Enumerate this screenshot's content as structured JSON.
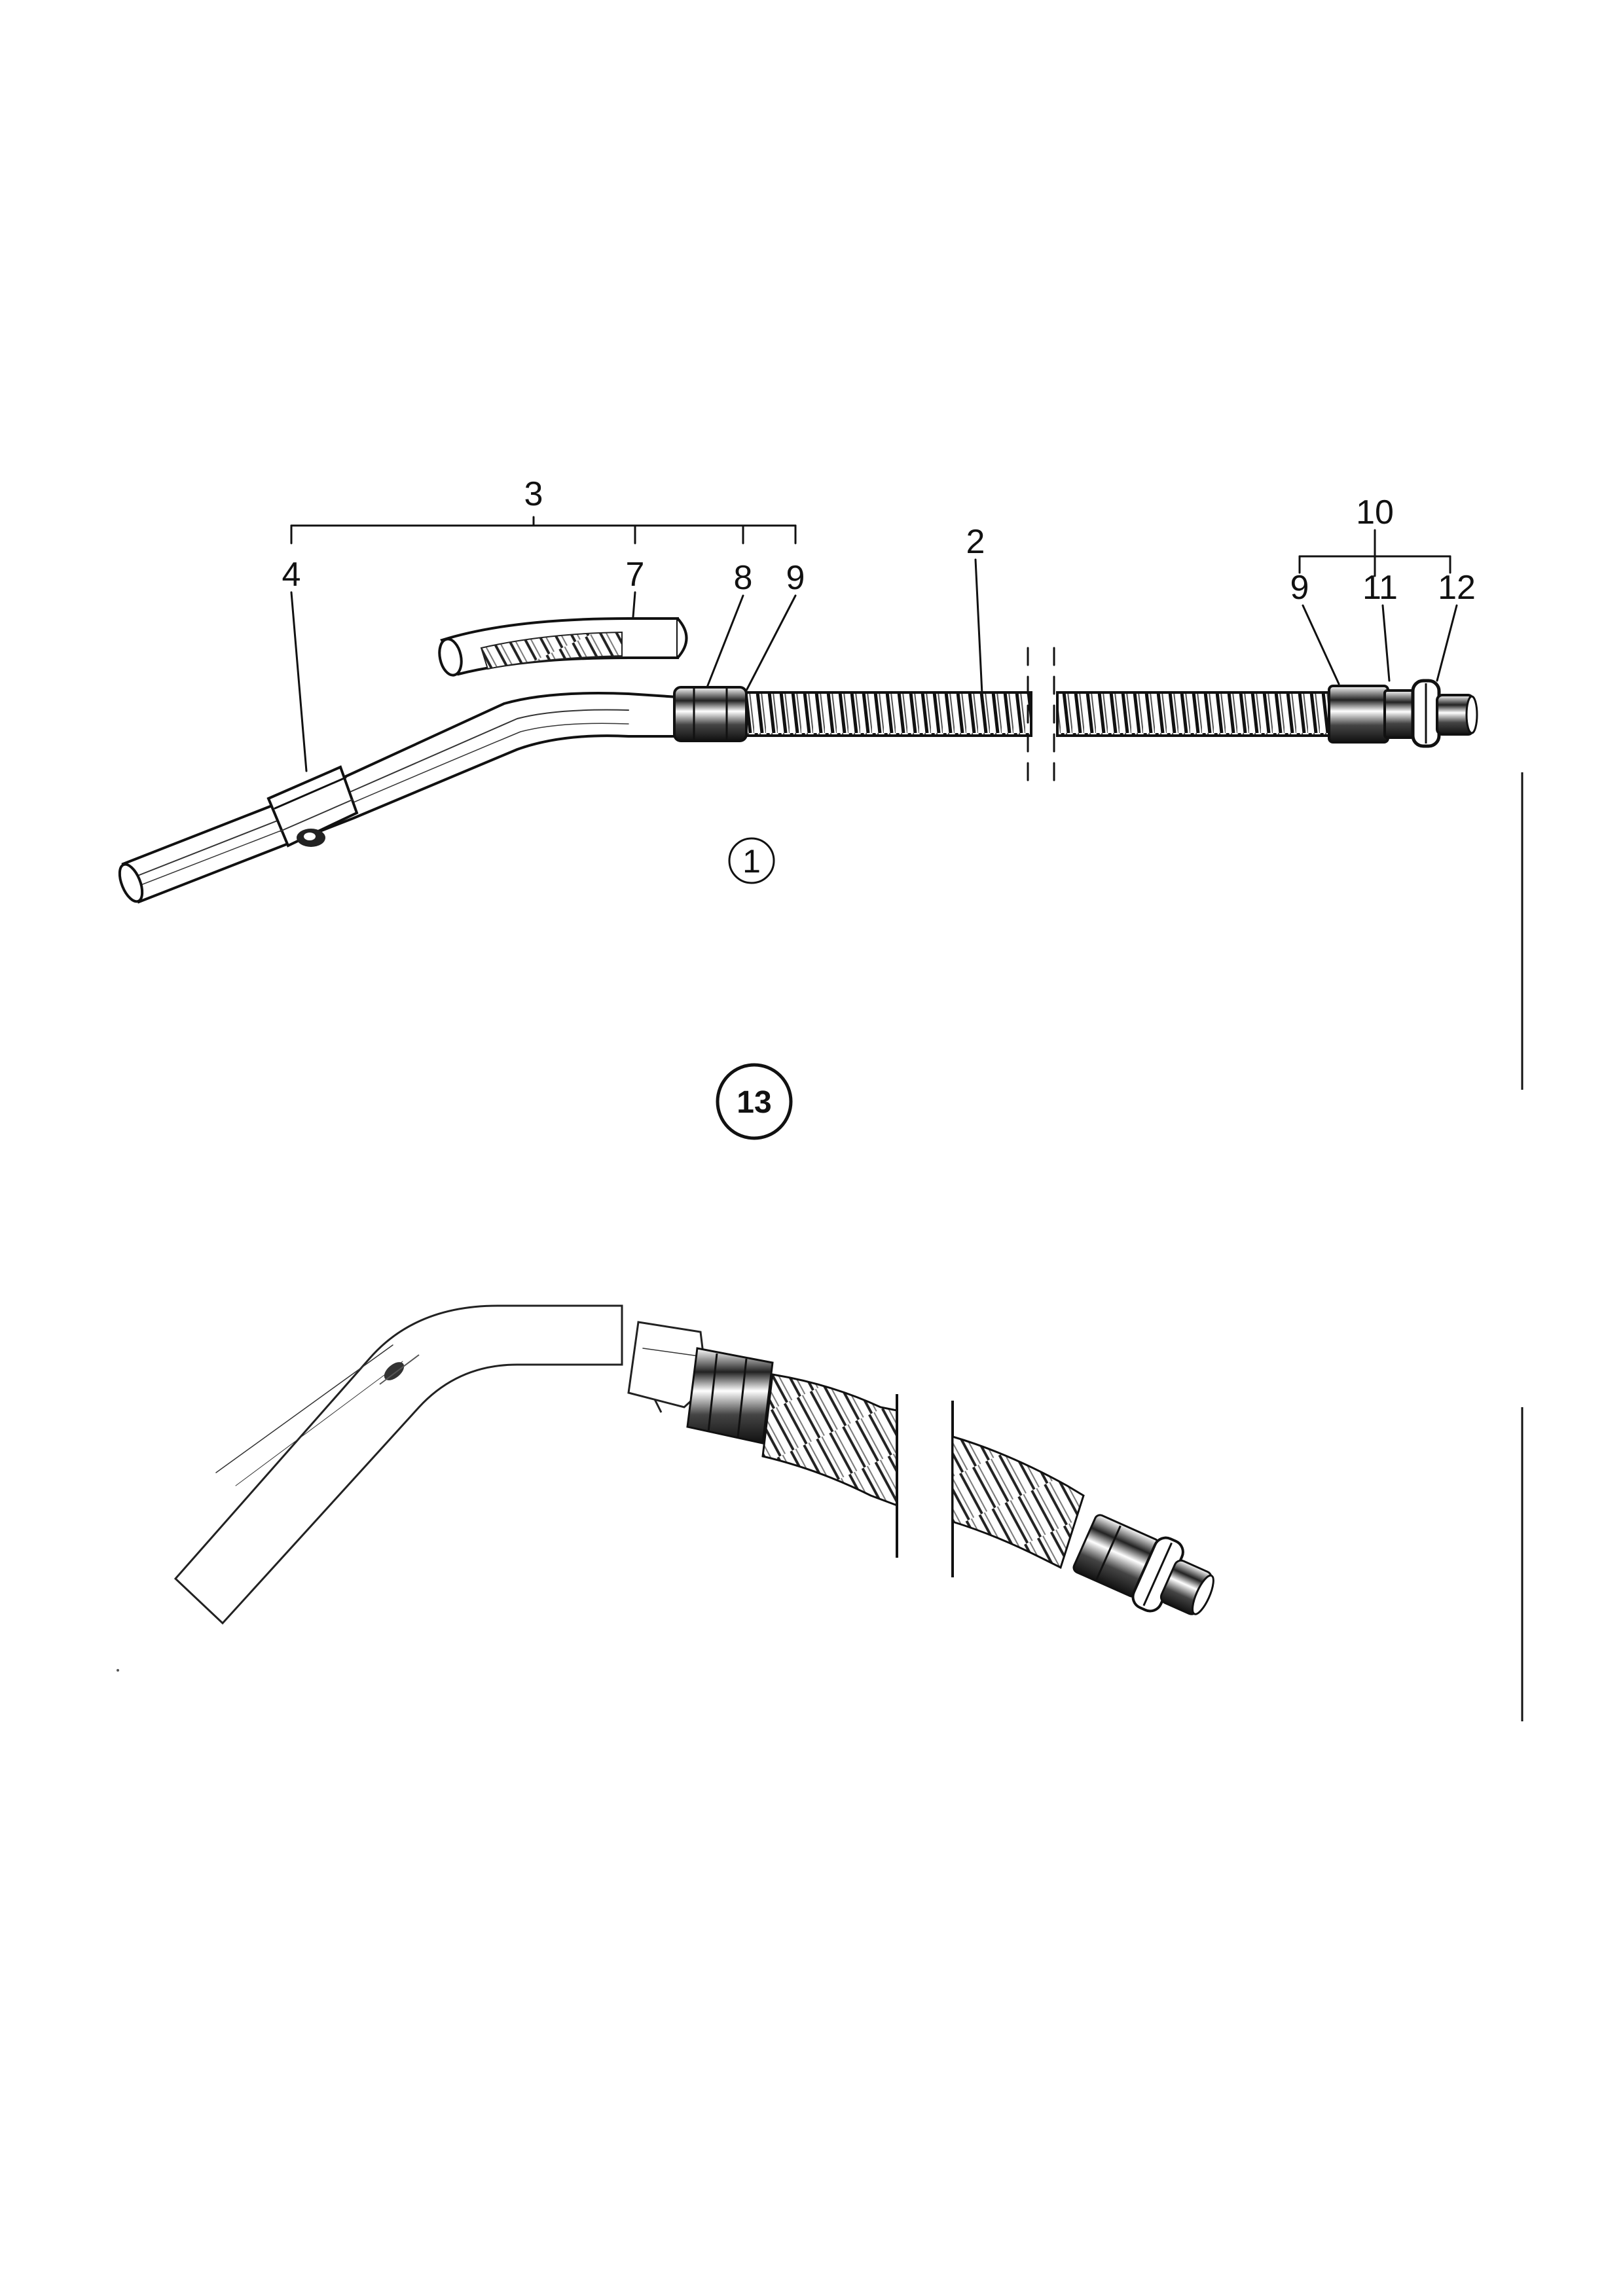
{
  "diagram": {
    "top_assembly": {
      "figure_number": "1",
      "callouts": {
        "c3": "3",
        "c4": "4",
        "c7": "7",
        "c8": "8",
        "c9a": "9",
        "c2": "2",
        "c10": "10",
        "c9b": "9",
        "c11": "11",
        "c12": "12"
      }
    },
    "section_marker": "13",
    "colors": {
      "ink": "#111111",
      "paper": "#ffffff"
    }
  }
}
